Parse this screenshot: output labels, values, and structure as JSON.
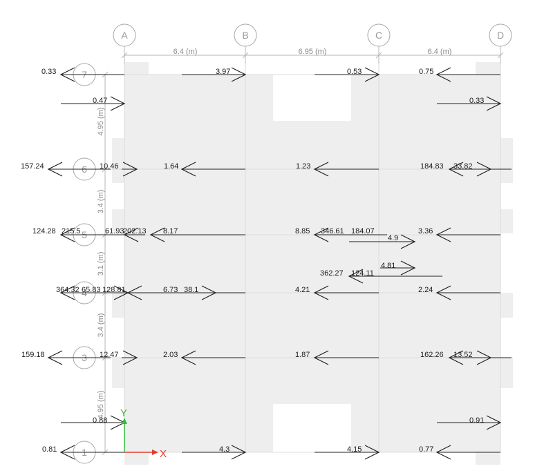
{
  "grid": {
    "columns": [
      "A",
      "B",
      "C",
      "D"
    ],
    "rows": [
      "7",
      "6",
      "5",
      "4",
      "3",
      "1"
    ],
    "column_spacings": [
      "6.4 (m)",
      "6.95 (m)",
      "6.4 (m)"
    ],
    "row_spacings": [
      "4.95 (m)",
      "3.4 (m)",
      "3.1 (m)",
      "3.4 (m)",
      "4.95 (m)"
    ]
  },
  "axes": {
    "x": "X",
    "y": "Y"
  },
  "colors": {
    "arrow": "#1f1f1f",
    "slab": "#eeeeee",
    "grid_line": "#b4b4b4",
    "bubble": "#a6a6a6",
    "dimension": "#8a8a8a",
    "axis_x": "#e23b2b",
    "axis_y": "#2fbf3a"
  },
  "loads": [
    {
      "id": "l01",
      "text": "0.33"
    },
    {
      "id": "l02",
      "text": "3.97"
    },
    {
      "id": "l03",
      "text": "0.53"
    },
    {
      "id": "l04",
      "text": "0.75"
    },
    {
      "id": "l05",
      "text": "0.47"
    },
    {
      "id": "l06",
      "text": "0.33"
    },
    {
      "id": "l07",
      "text": "157.24"
    },
    {
      "id": "l08",
      "text": "10.46"
    },
    {
      "id": "l09",
      "text": "1.64"
    },
    {
      "id": "l10",
      "text": "1.23"
    },
    {
      "id": "l11",
      "text": "184.83"
    },
    {
      "id": "l12",
      "text": "33.82"
    },
    {
      "id": "l13",
      "text": "124.28"
    },
    {
      "id": "l14",
      "text": "215.5"
    },
    {
      "id": "l15",
      "text": "61.93"
    },
    {
      "id": "l16",
      "text": "202.13"
    },
    {
      "id": "l17",
      "text": "8.17"
    },
    {
      "id": "l18",
      "text": "8.85"
    },
    {
      "id": "l19",
      "text": "346.61"
    },
    {
      "id": "l20",
      "text": "184.07"
    },
    {
      "id": "l21",
      "text": "4.9"
    },
    {
      "id": "l22",
      "text": "3.36"
    },
    {
      "id": "l23",
      "text": "4.81"
    },
    {
      "id": "l24",
      "text": "362.27"
    },
    {
      "id": "l25",
      "text": "124.11"
    },
    {
      "id": "l26",
      "text": "364.32"
    },
    {
      "id": "l27",
      "text": "65.83"
    },
    {
      "id": "l28",
      "text": "128.81"
    },
    {
      "id": "l29",
      "text": "6.73"
    },
    {
      "id": "l30",
      "text": "38.1"
    },
    {
      "id": "l31",
      "text": "4.21"
    },
    {
      "id": "l32",
      "text": "2.24"
    },
    {
      "id": "l33",
      "text": "159.18"
    },
    {
      "id": "l34",
      "text": "12.47"
    },
    {
      "id": "l35",
      "text": "2.03"
    },
    {
      "id": "l36",
      "text": "1.87"
    },
    {
      "id": "l37",
      "text": "162.26"
    },
    {
      "id": "l38",
      "text": "13.52"
    },
    {
      "id": "l39",
      "text": "0.88"
    },
    {
      "id": "l40",
      "text": "0.91"
    },
    {
      "id": "l41",
      "text": "0.81"
    },
    {
      "id": "l42",
      "text": "4.3"
    },
    {
      "id": "l43",
      "text": "4.15"
    },
    {
      "id": "l44",
      "text": "0.77"
    }
  ]
}
